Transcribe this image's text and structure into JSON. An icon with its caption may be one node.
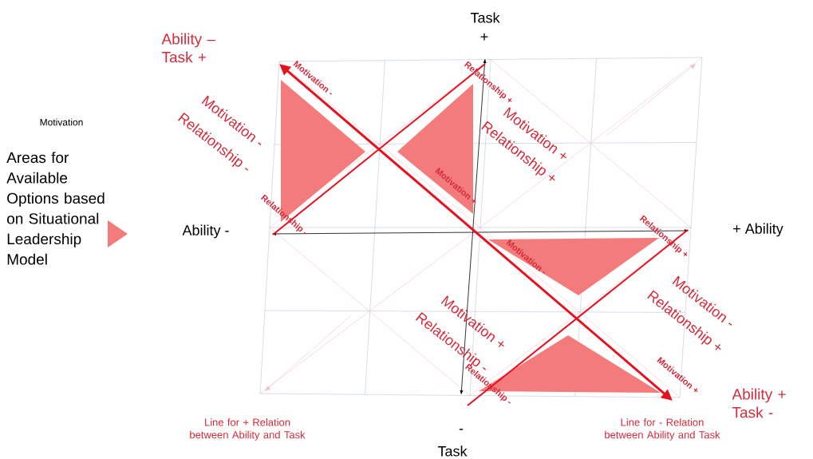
{
  "diagram": {
    "nodes": [
      {
        "text": [],
        "shape": "triangle"
      },
      {
        "text": [],
        "shape": "triangle"
      },
      {
        "text": [],
        "shape": "triangle"
      },
      {
        "text": [],
        "shape": "triangle"
      }
    ],
    "labels": [
      "Task",
      "+",
      "Ability – Task +",
      "Motivation -",
      "Relationship +",
      "Motivation",
      "Motivation -",
      "Relationship -",
      "Motivation +",
      "Relationship +",
      "Motivation +",
      "Relationship -",
      "Ability -",
      "+ Ability",
      "Relationship +",
      "Motivation -",
      "Motivation +",
      "Relationship -",
      "Motivation -",
      "Relationship +",
      "Relationship -",
      "Motivation +",
      "Ability + Task -",
      "Line for + Relation between Ability and Task",
      "-",
      "Task",
      "Line for - Relation between Ability and Task"
    ],
    "legend": [
      {
        "text": "Areas for Available Options based on Situational Leadership Model"
      }
    ]
  }
}
